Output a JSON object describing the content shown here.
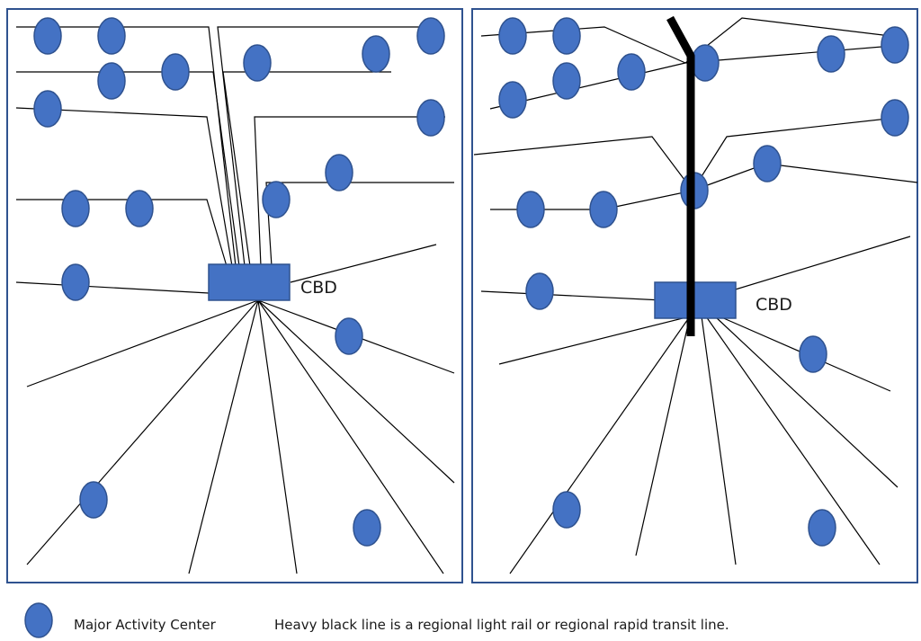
{
  "panels": [
    {
      "id": "left",
      "cbd_label": "CBD"
    },
    {
      "id": "right",
      "cbd_label": "CBD"
    }
  ],
  "legend": {
    "activity_center_label": "Major Activity Center",
    "rail_note": "Heavy black line is a regional light rail or regional rapid transit line."
  },
  "colors": {
    "node_fill": "#4472C4",
    "node_stroke": "#2F528F",
    "frame": "#2F528F",
    "line": "#000000"
  }
}
